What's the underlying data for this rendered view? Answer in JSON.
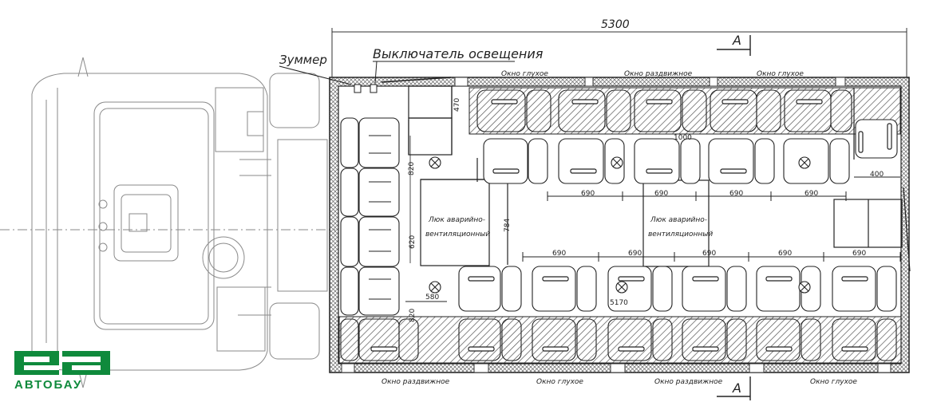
{
  "drawing": {
    "overall_length": "5300",
    "section_label": "A",
    "buzzer_label": "Зуммер",
    "light_switch_label": "Выключатель освещения",
    "window_fixed": "Окно глухое",
    "window_sliding": "Окно раздвижное",
    "hatch_label_1": "Люк аварийно-",
    "hatch_label_2": "вентиляционный",
    "dims": {
      "d820a": "820",
      "d820b": "820",
      "d620": "620",
      "d470": "470",
      "d1000": "1000",
      "d784": "784",
      "d580": "580",
      "d5170": "5170",
      "d400": "400",
      "d690_mid_1": "690",
      "d690_mid_2": "690",
      "d690_mid_3": "690",
      "d690_mid_4": "690",
      "d690_low_1": "690",
      "d690_low_2": "690",
      "d690_low_3": "690",
      "d690_low_4": "690",
      "d690_low_5": "690"
    }
  },
  "logo": {
    "text": "АВТОБАУ",
    "color": "#0f8a3c"
  },
  "colors": {
    "line": "#2a2a2a",
    "faint": "#9a9a9a",
    "hatch": "#555555"
  }
}
